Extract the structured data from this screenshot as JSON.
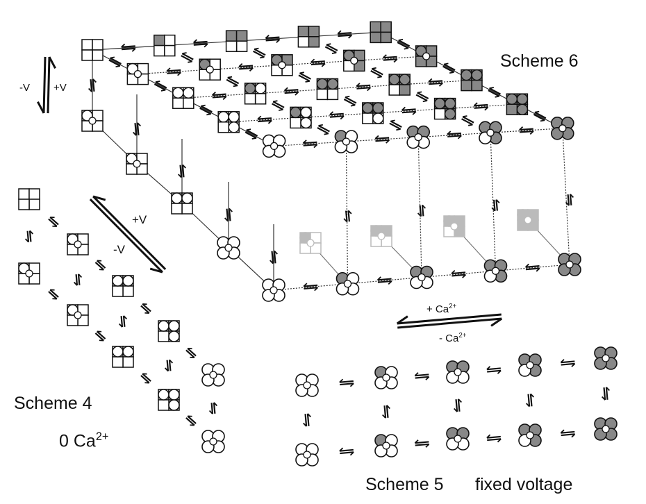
{
  "labels": {
    "scheme6": "Scheme 6",
    "scheme4": "Scheme 4",
    "scheme4_condition": "0 Ca",
    "ca_superscript": "2+",
    "scheme5": "Scheme 5",
    "scheme5_condition": "fixed voltage",
    "neg_v": "-V",
    "pos_v": "+V",
    "plus_ca": "+ Ca",
    "minus_ca": "- Ca"
  },
  "colors": {
    "stroke": "#111111",
    "filled": "#888888",
    "faded": "#bbbbbb",
    "empty": "#ffffff"
  },
  "icons": {
    "square_closed": "square-subunit-icon",
    "circle_open": "circle-subunit-icon",
    "arrow": "equilibrium-arrow-icon"
  }
}
